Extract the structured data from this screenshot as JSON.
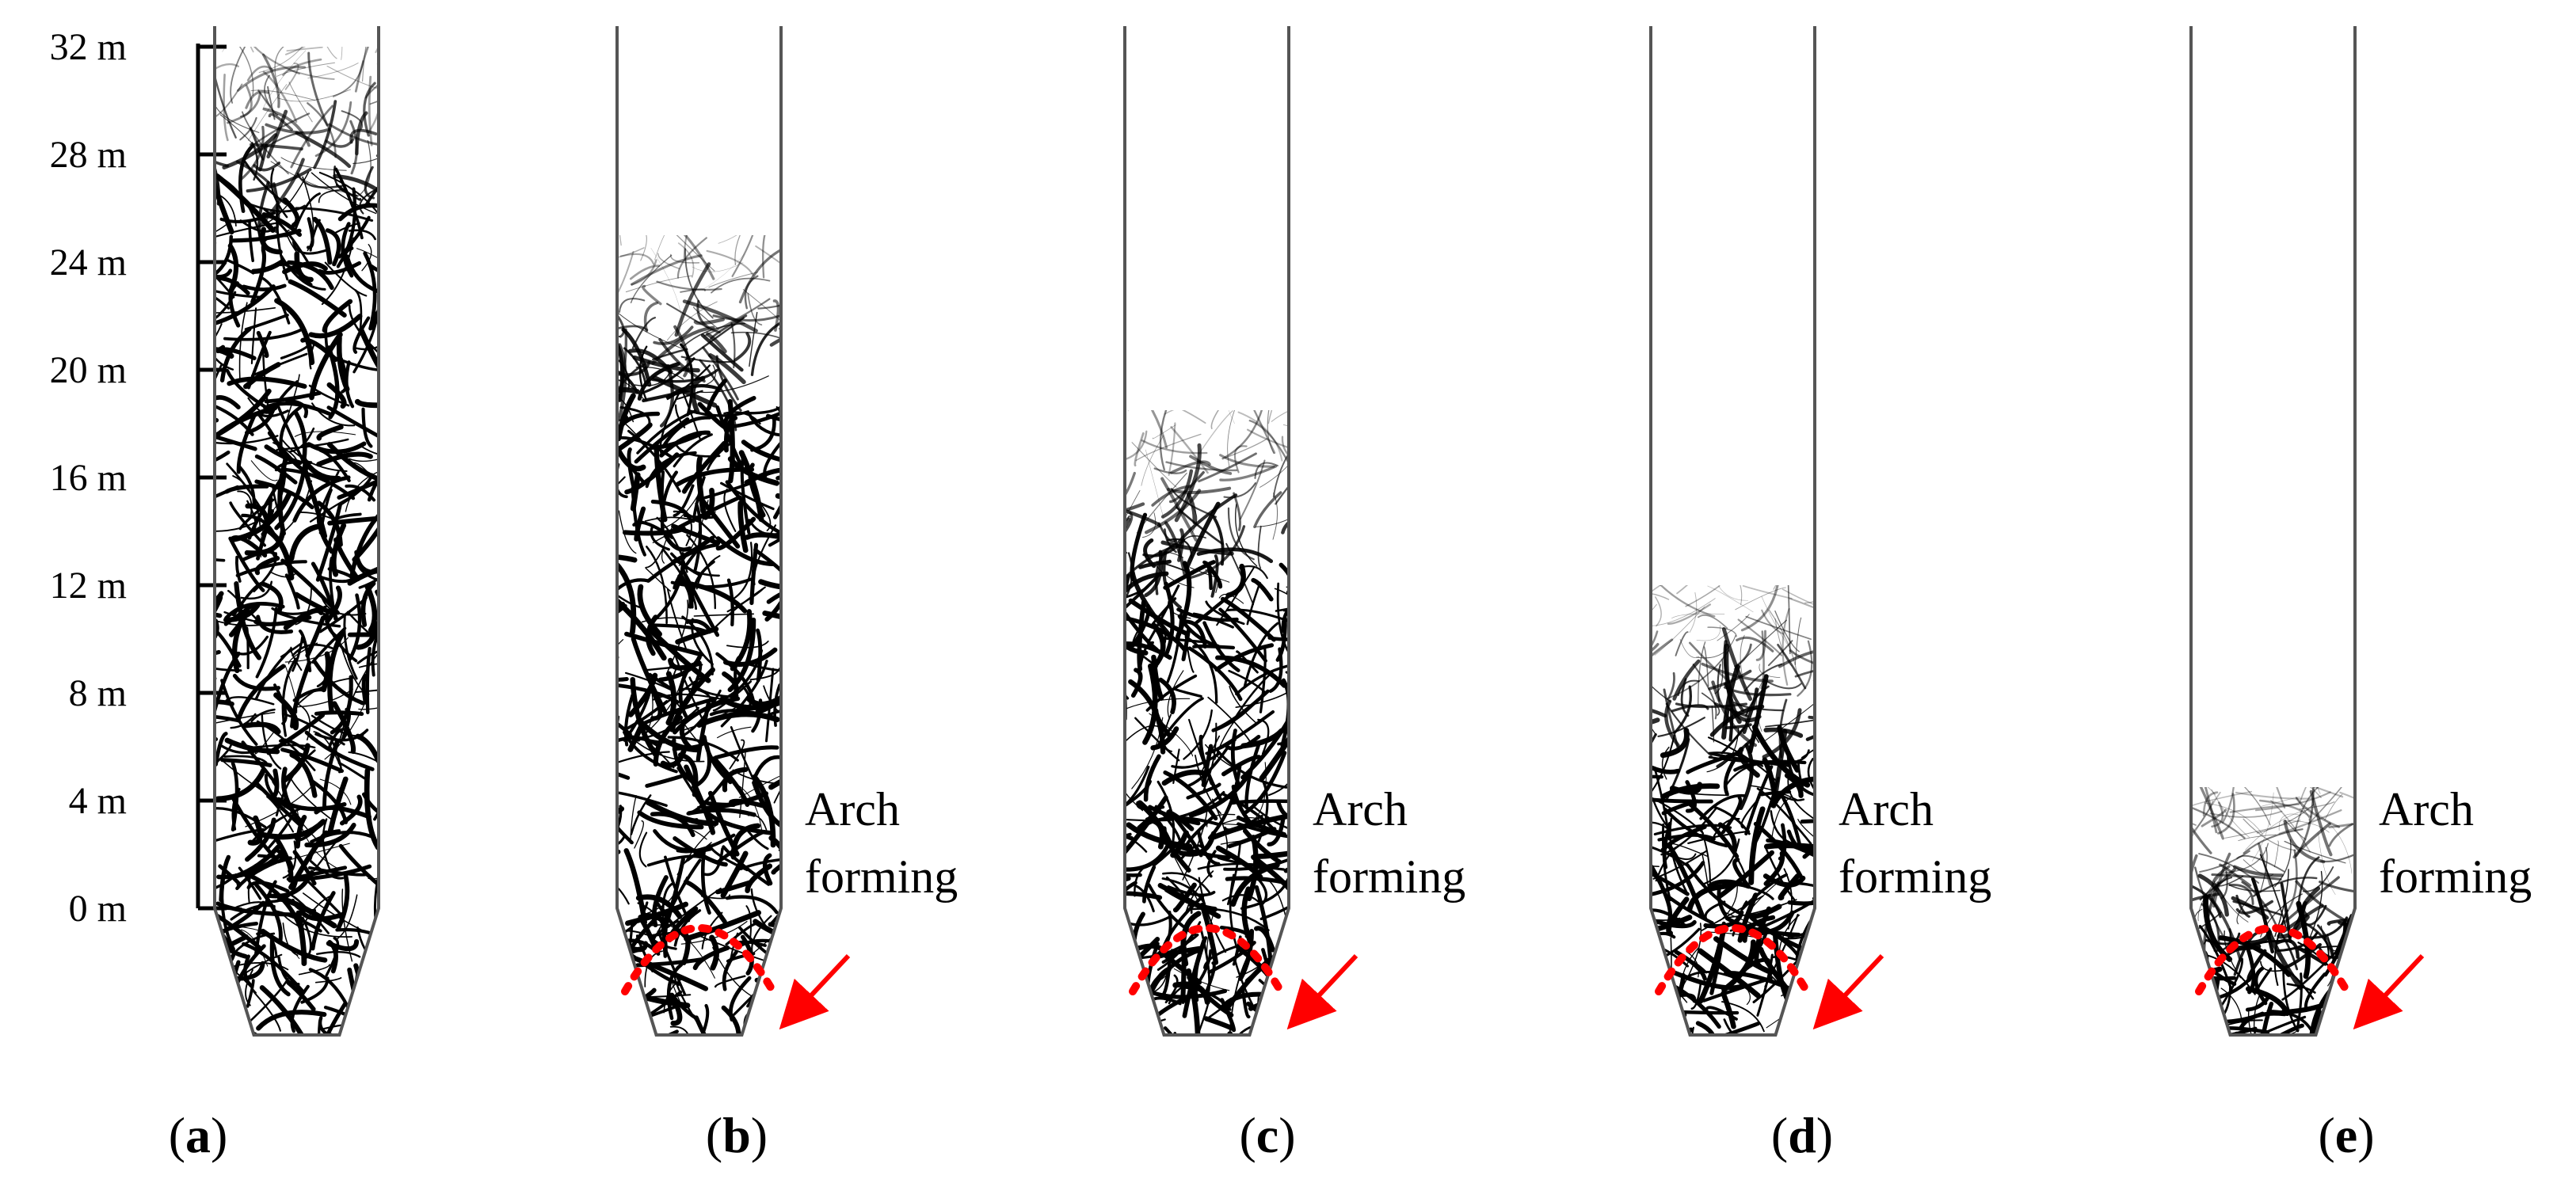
{
  "axis": {
    "ticks": [
      "0 m",
      "4 m",
      "8 m",
      "12 m",
      "16 m",
      "20 m",
      "24 m",
      "28 m",
      "32 m"
    ]
  },
  "annotation": {
    "line1": "Arch",
    "line2": "forming",
    "arch_color": "#ff0000"
  },
  "panels": [
    {
      "id": "a",
      "letter": "a",
      "fill_height_m": 32,
      "arch": false
    },
    {
      "id": "b",
      "letter": "b",
      "fill_height_m": 25,
      "arch": true
    },
    {
      "id": "c",
      "letter": "c",
      "fill_height_m": 18.5,
      "arch": true
    },
    {
      "id": "d",
      "letter": "d",
      "fill_height_m": 12,
      "arch": true
    },
    {
      "id": "e",
      "letter": "e",
      "fill_height_m": 4.5,
      "arch": true
    }
  ]
}
